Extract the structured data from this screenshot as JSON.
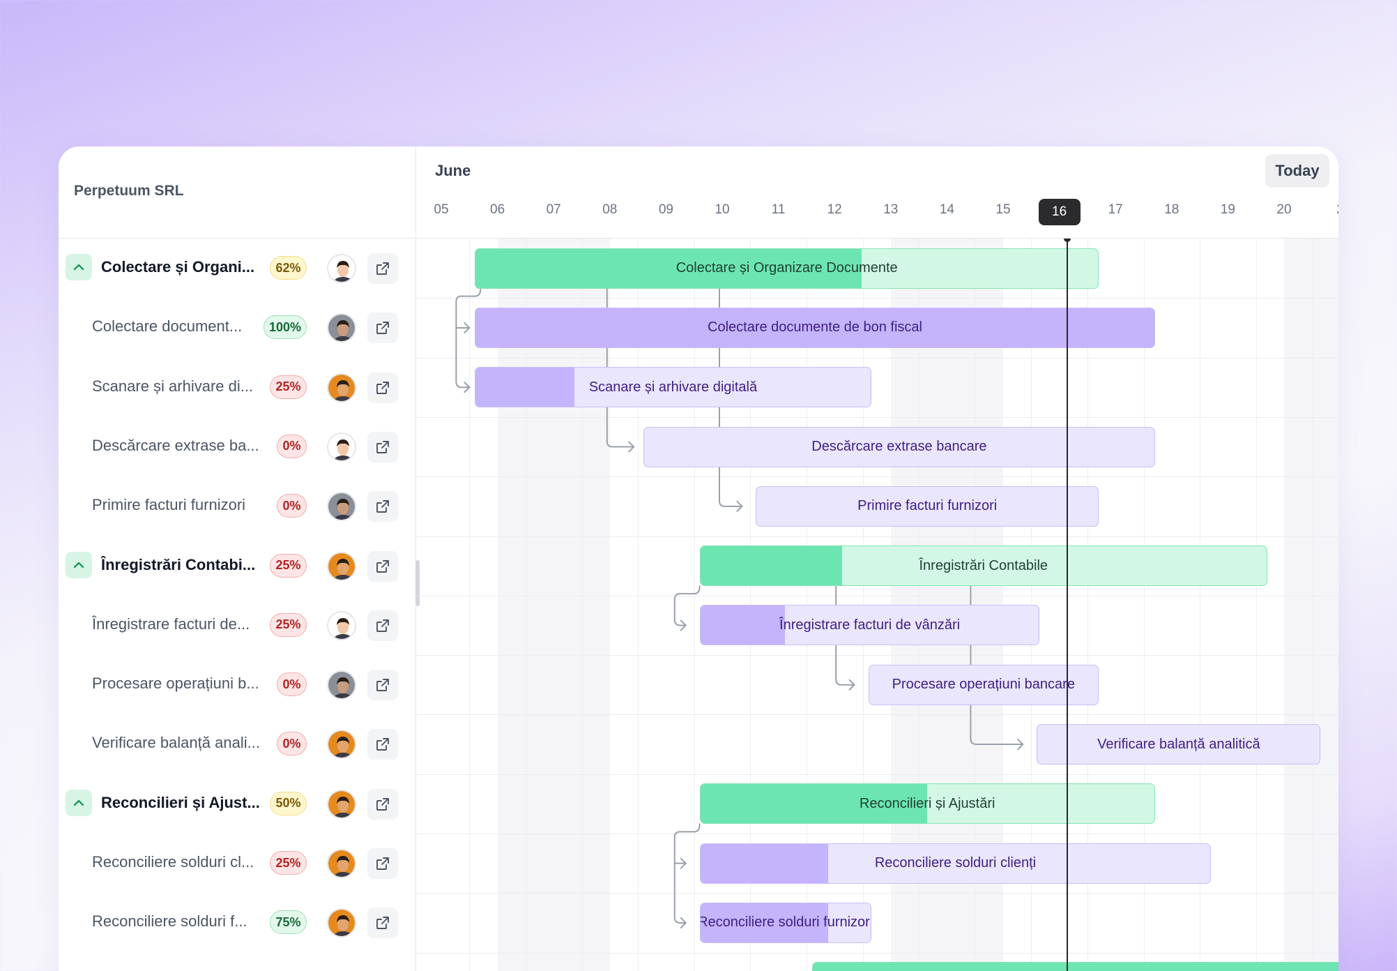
{
  "company": "Perpetuum SRL",
  "month": "June",
  "today_label": "Today",
  "days": [
    "05",
    "06",
    "07",
    "08",
    "09",
    "10",
    "11",
    "12",
    "13",
    "14",
    "15",
    "16",
    "17",
    "18",
    "19",
    "20",
    "2"
  ],
  "today_day": "16",
  "tasks": [
    {
      "type": "parent",
      "label": "Colectare și Organi...",
      "bar_label": "Colectare și Organizare Documente",
      "percent": "62%",
      "progress": 0.62,
      "status": "yellow",
      "avatar": "a",
      "expanded": true
    },
    {
      "type": "child",
      "label": "Colectare document...",
      "bar_label": "Colectare documente de bon fiscal",
      "percent": "100%",
      "progress": 1.0,
      "status": "green",
      "avatar": "b"
    },
    {
      "type": "child",
      "label": "Scanare și arhivare di...",
      "bar_label": "Scanare și arhivare digitală",
      "percent": "25%",
      "progress": 0.25,
      "status": "red",
      "avatar": "c"
    },
    {
      "type": "child",
      "label": "Descărcare extrase ba...",
      "bar_label": "Descărcare extrase bancare",
      "percent": "0%",
      "progress": 0,
      "status": "red",
      "avatar": "a"
    },
    {
      "type": "child",
      "label": "Primire facturi furnizori",
      "bar_label": "Primire facturi furnizori",
      "percent": "0%",
      "progress": 0,
      "status": "red",
      "avatar": "b"
    },
    {
      "type": "parent",
      "label": "Înregistrări Contabi...",
      "bar_label": "Înregistrări Contabile",
      "percent": "25%",
      "progress": 0.25,
      "status": "red",
      "avatar": "c",
      "expanded": true
    },
    {
      "type": "child",
      "label": "Înregistrare facturi de...",
      "bar_label": "Înregistrare facturi de vânzări",
      "percent": "25%",
      "progress": 0.25,
      "status": "red",
      "avatar": "a"
    },
    {
      "type": "child",
      "label": "Procesare operațiuni b...",
      "bar_label": "Procesare operațiuni bancare",
      "percent": "0%",
      "progress": 0,
      "status": "red",
      "avatar": "b"
    },
    {
      "type": "child",
      "label": "Verificare balanță anali...",
      "bar_label": "Verificare balanță analitică",
      "percent": "0%",
      "progress": 0,
      "status": "red",
      "avatar": "c"
    },
    {
      "type": "parent",
      "label": "Reconcilieri și Ajust...",
      "bar_label": "Reconcilieri și Ajustări",
      "percent": "50%",
      "progress": 0.5,
      "status": "yellow",
      "avatar": "c",
      "expanded": true
    },
    {
      "type": "child",
      "label": "Reconciliere solduri cl...",
      "bar_label": "Reconciliere solduri clienți",
      "percent": "25%",
      "progress": 0.25,
      "status": "red",
      "avatar": "c"
    },
    {
      "type": "child",
      "label": "Reconciliere solduri f...",
      "bar_label": "Reconciliere solduri furnizori",
      "percent": "75%",
      "progress": 0.75,
      "status": "green",
      "avatar": "c"
    }
  ],
  "icons": {
    "collapse": "chevron-up-icon",
    "open": "external-link-icon"
  }
}
